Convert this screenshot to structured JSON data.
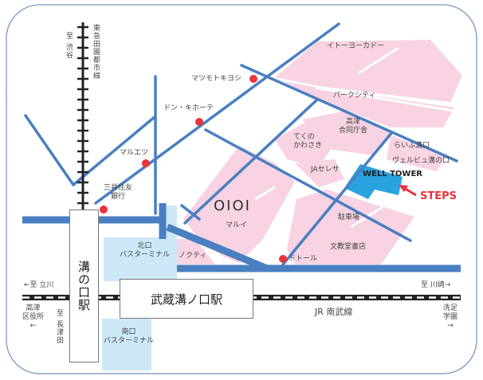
{
  "colors": {
    "road": "#4a7fc1",
    "block": "#f7d3e3",
    "bus": "#cce8f7",
    "target": "#29a3dd",
    "marker": "#e8343a",
    "frame": "#8aa4c8"
  },
  "rail": {
    "denentoshi": "東急田園都市線",
    "to_shibuya": "至 渋谷",
    "to_nagatsuta": "至 長津田",
    "nambu": "JR 南武線",
    "to_tachikawa": "←至 立川",
    "to_kawasaki": "至 川崎→"
  },
  "stations": {
    "mizonokuchi": "溝の口駅",
    "musashi": "武蔵溝ノ口駅"
  },
  "bus": {
    "north": [
      "北口",
      "バスターミナル"
    ],
    "south": [
      "南口",
      "バスターミナル"
    ]
  },
  "landmarks": {
    "matsumoto": "マツモトキヨシ",
    "donki": "ドン・キホーテ",
    "maruetsu": "マルエツ",
    "smbc": [
      "三井住友",
      "銀行"
    ],
    "itoyokado": "イトーヨーカドー",
    "parkcity": "パークシティ",
    "takatsu_office": [
      "高津",
      "合同庁舎"
    ],
    "techno": [
      "てくの",
      "かわさき"
    ],
    "life": "らいふ溝口",
    "verbu": "ヴェルビュ溝の口",
    "ja": "JAセレサ",
    "oioi": "OIOI",
    "marui": "マルイ",
    "parking": "駐車場",
    "bunkyodo": "文教堂書店",
    "doutor": "ドトール",
    "nocty": "ノクティ",
    "ward_office": [
      "高津",
      "区役所",
      "←"
    ],
    "senzoku": [
      "洗足",
      "学園",
      "→"
    ]
  },
  "target": {
    "building": "WELL TOWER",
    "name": "STEPS"
  }
}
